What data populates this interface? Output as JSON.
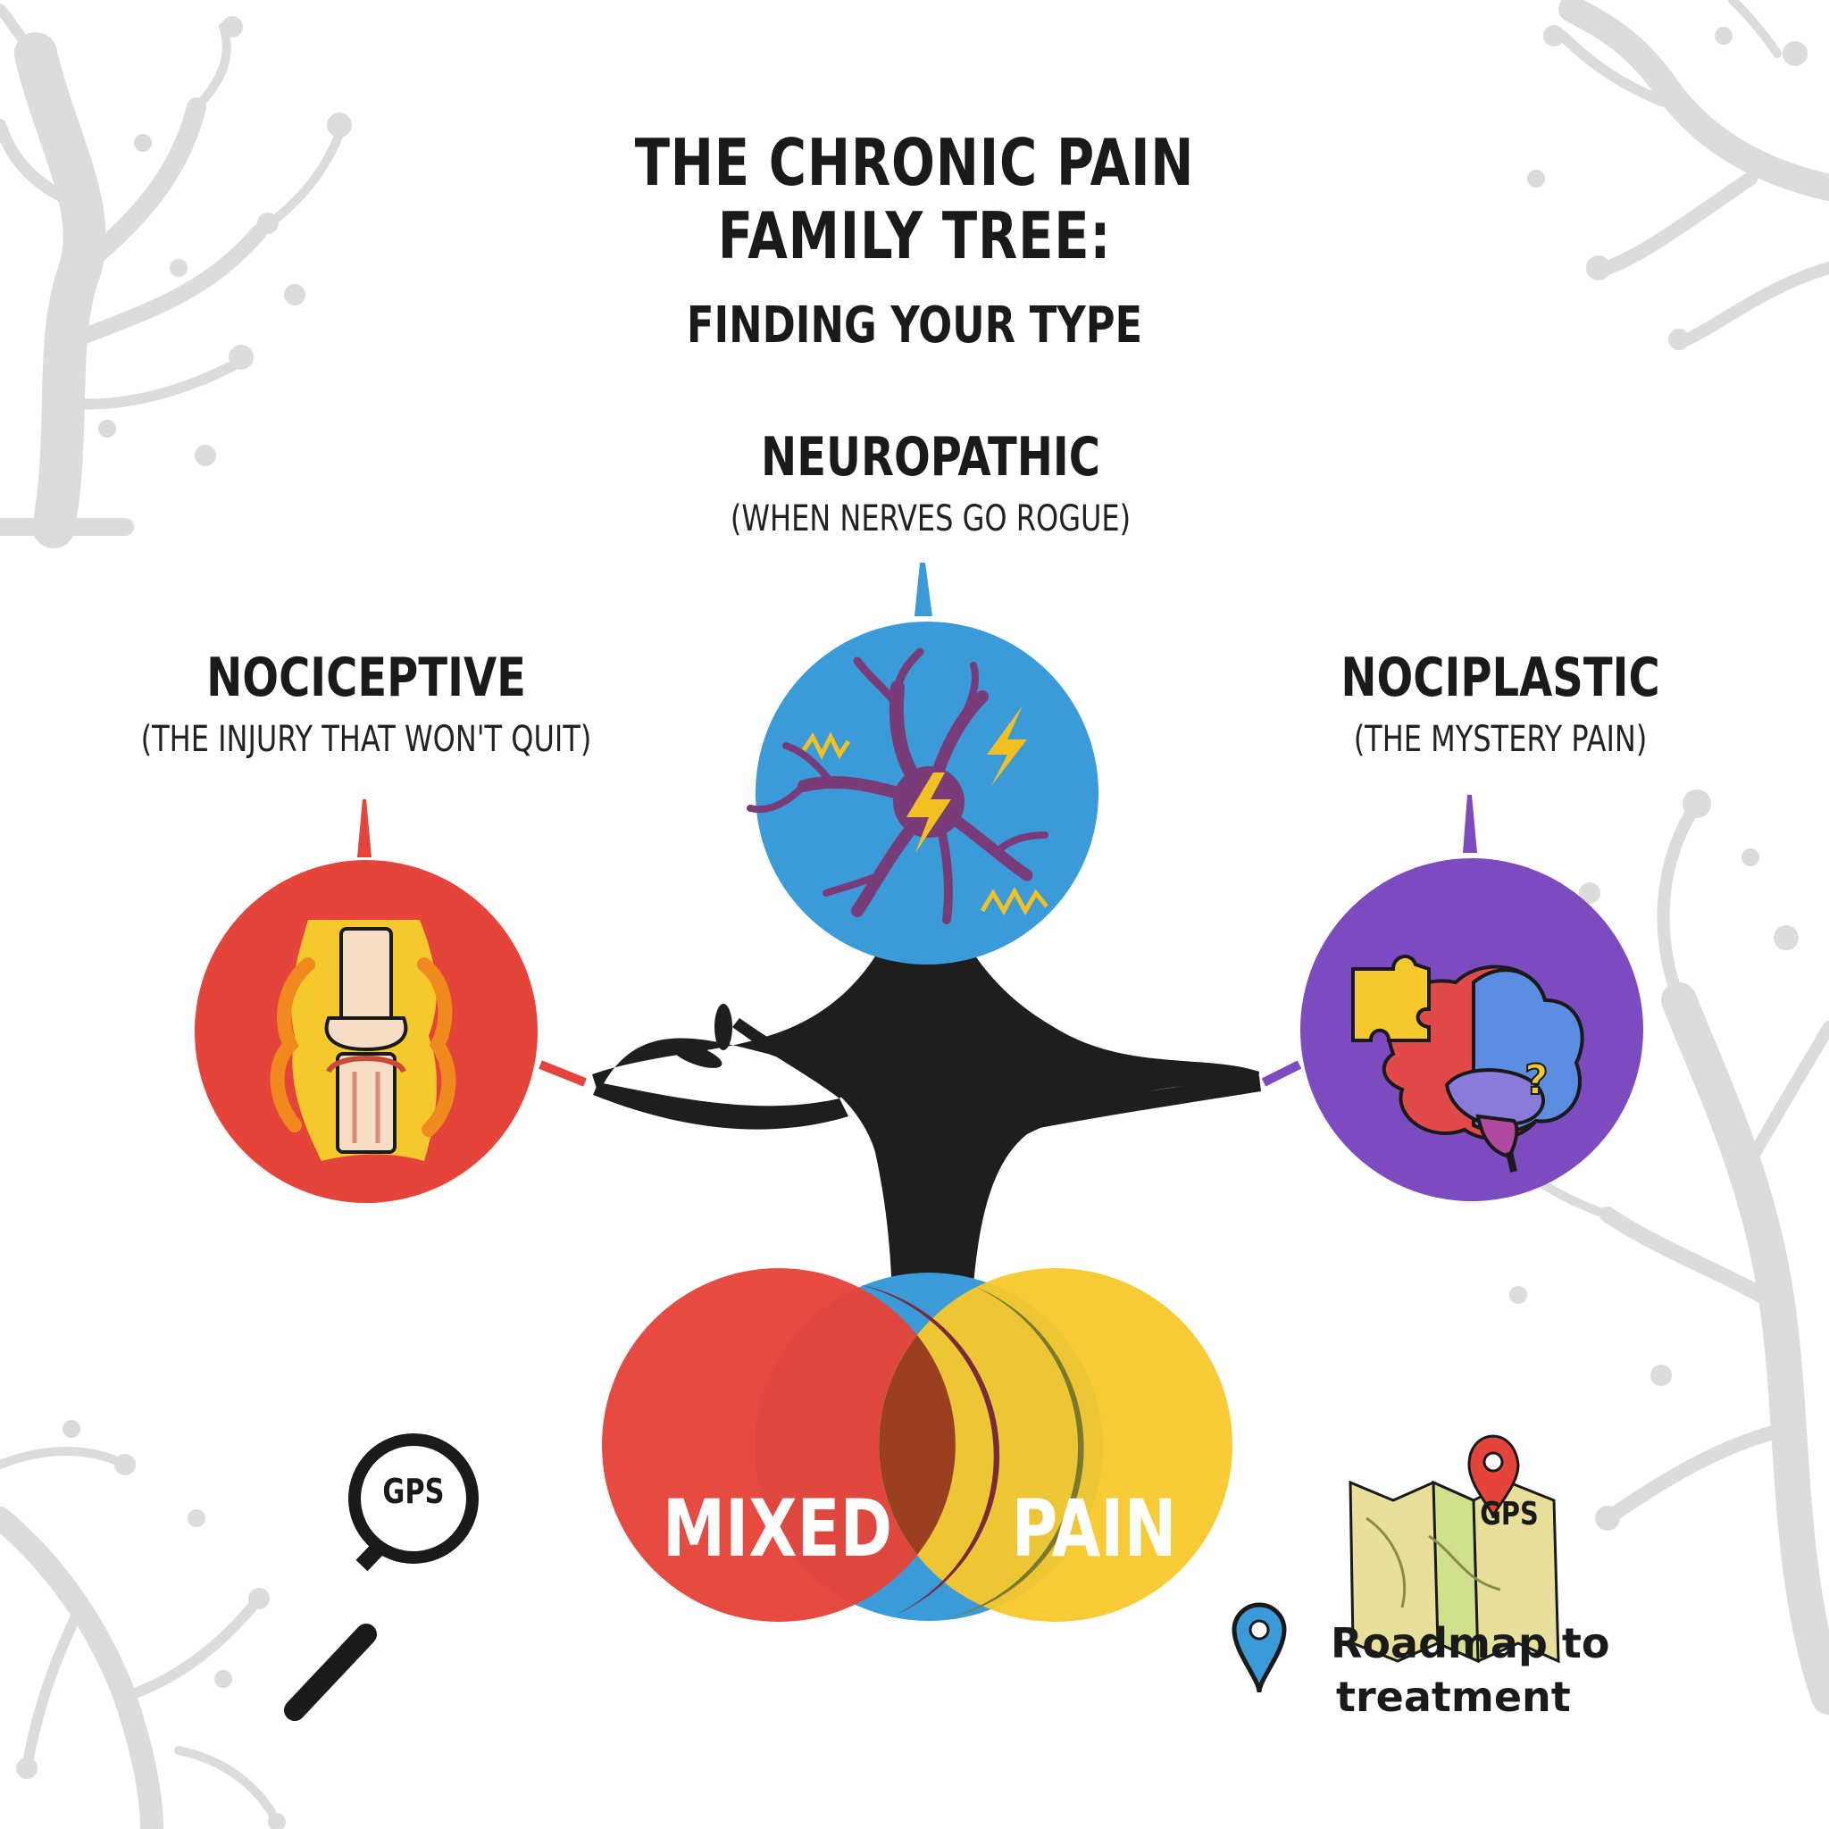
{
  "title": {
    "line1": "THE CHRONIC PAIN",
    "line2": "FAMILY TREE:",
    "subtitle": "FINDING YOUR TYPE"
  },
  "types": {
    "neuropathic": {
      "name": "NEUROPATHIC",
      "desc": "(WHEN NERVES GO ROGUE)",
      "color": "#3b9ad8",
      "icon": "nerve-cell-lightning-icon"
    },
    "nociceptive": {
      "name": "NOCICEPTIVE",
      "desc": "(THE INJURY THAT WON'T QUIT)",
      "color": "#e5443a",
      "icon": "burning-joint-icon"
    },
    "nociplastic": {
      "name": "NOCIPLASTIC",
      "desc": "(THE MYSTERY PAIN)",
      "color": "#7b4bbf",
      "icon": "puzzle-brain-icon"
    }
  },
  "venn": {
    "word1": "MIXED",
    "word2": "PAIN",
    "colors": {
      "red": "#e5443a",
      "blue": "#3b9ad8",
      "yellow": "#f5c82b"
    }
  },
  "gps_magnifier": {
    "label": "GPS",
    "icon": "magnifier-icon"
  },
  "gps_map": {
    "label": "GPS",
    "icon": "map-pin-icon"
  },
  "roadmap": {
    "line1": "Roadmap to",
    "line2": "treatment",
    "icon": "location-pin-icon"
  }
}
